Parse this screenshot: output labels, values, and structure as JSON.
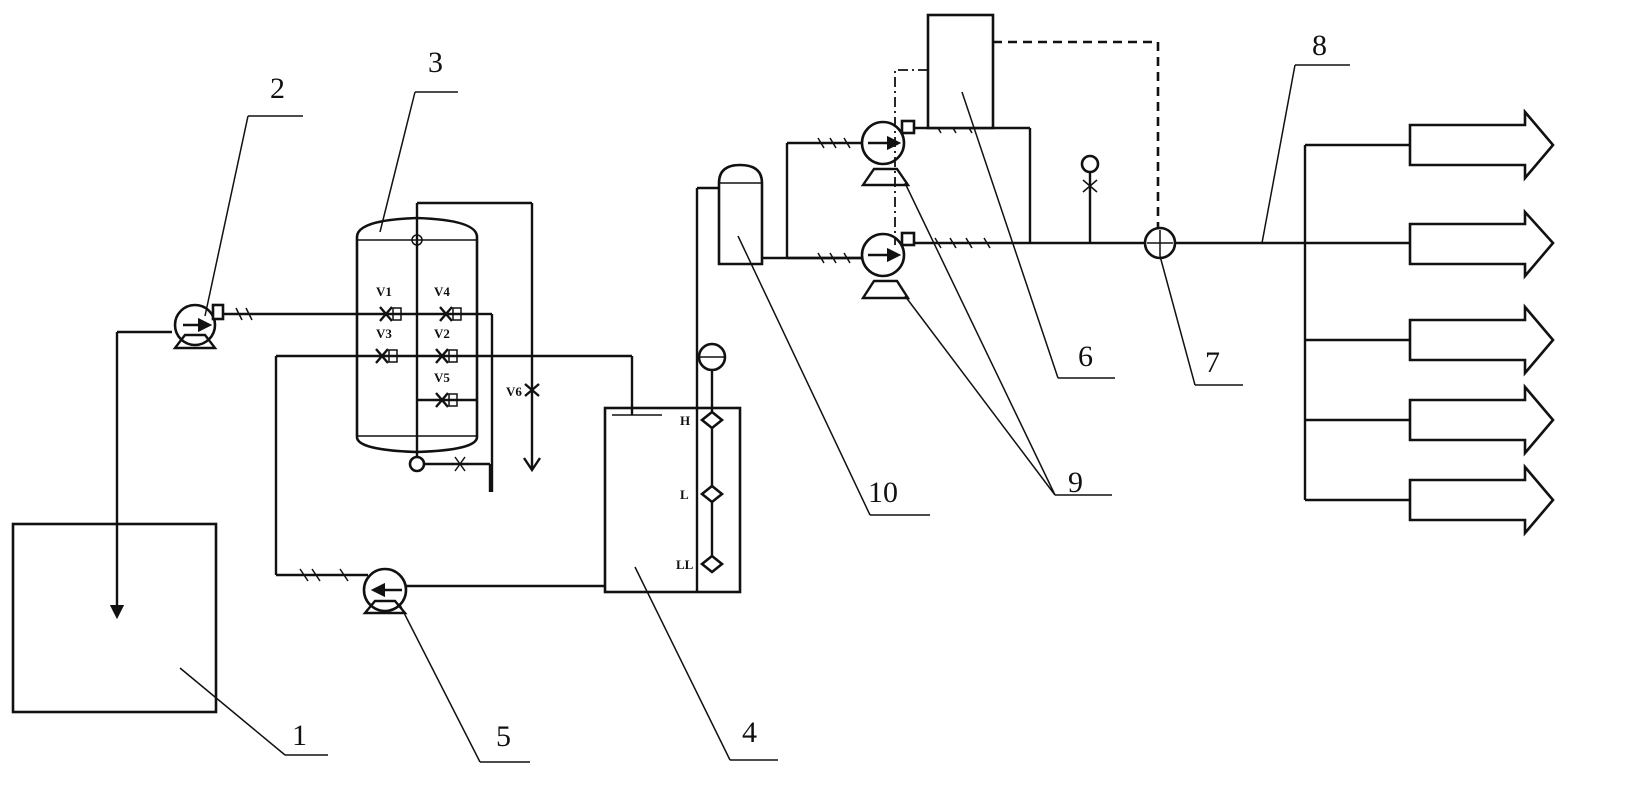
{
  "labels": {
    "n1": "1",
    "n2": "2",
    "n3": "3",
    "n4": "4",
    "n5": "5",
    "n6": "6",
    "n7": "7",
    "n8": "8",
    "n9": "9",
    "n10": "10"
  },
  "valves": {
    "v1": "V1",
    "v2": "V2",
    "v3": "V3",
    "v4": "V4",
    "v5": "V5",
    "v6": "V6"
  },
  "level_marks": {
    "high": "H",
    "low": "L",
    "low_low": "LL"
  },
  "outlet_count": 5
}
